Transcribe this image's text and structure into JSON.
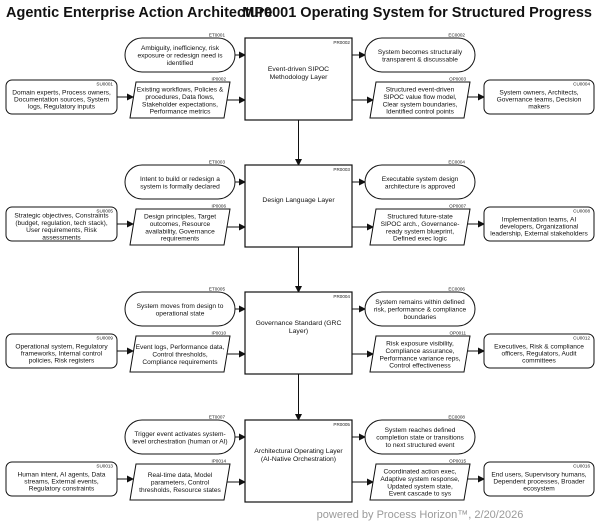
{
  "header": {
    "left_title": "Agentic Enterprise Action Architecture",
    "right_title": "MP0001 Operating System for Structured Progress"
  },
  "footer": {
    "text": "powered by Process Horizon™, 2/20/2026"
  },
  "colors": {
    "stroke": "#111111",
    "fill": "#ffffff",
    "footer_text": "#9a9a9a"
  },
  "layers": [
    {
      "process": {
        "code": "PR0002",
        "lines": [
          "Event-driven SIPOC",
          "Methodology Layer"
        ]
      },
      "trigger": {
        "code": "ET0001",
        "lines": [
          "Ambiguity, inefficiency, risk",
          "exposure or redesign need is",
          "identified"
        ]
      },
      "result": {
        "code": "EC0002",
        "lines": [
          "System becomes structurally",
          "transparent & discussable"
        ]
      },
      "input": {
        "code": "IP0002",
        "lines": [
          "Existing workflows, Policies &",
          "procedures, Data flows,",
          "Stakeholder expectations,",
          "Performance metrics"
        ]
      },
      "output": {
        "code": "OP0003",
        "lines": [
          "Structured event-driven",
          "SIPOC value flow model,",
          "Clear system boundaries,",
          "Identified control points"
        ]
      },
      "supplier": {
        "code": "SU0001",
        "lines": [
          "Domain experts, Process owners,",
          "Documentation sources, System",
          "logs, Regulatory inputs"
        ]
      },
      "customer": {
        "code": "CU0004",
        "lines": [
          "System owners, Architects,",
          "Governance teams, Decision",
          "makers"
        ]
      }
    },
    {
      "process": {
        "code": "PR0003",
        "lines": [
          "Design Language Layer"
        ]
      },
      "trigger": {
        "code": "ET0003",
        "lines": [
          "Intent to build or redesign a",
          "system is formally declared"
        ]
      },
      "result": {
        "code": "EC0004",
        "lines": [
          "Executable system design",
          "architecture is approved"
        ]
      },
      "input": {
        "code": "IP0006",
        "lines": [
          "Design principles, Target",
          "outcomes, Resource",
          "availability, Governance",
          "requirements"
        ]
      },
      "output": {
        "code": "OP0007",
        "lines": [
          "Structured future-state",
          "SIPOC arch., Governance-",
          "ready system blueprint,",
          "Defined exec logic"
        ]
      },
      "supplier": {
        "code": "SU0005",
        "lines": [
          "Strategic objectives, Constraints",
          "(budget, regulation, tech stack),",
          "User requirements, Risk",
          "assessments"
        ]
      },
      "customer": {
        "code": "CU0008",
        "lines": [
          "Implementation teams, AI",
          "developers, Organizational",
          "leadership, External stakeholders"
        ]
      }
    },
    {
      "process": {
        "code": "PR0004",
        "lines": [
          "Governance Standard (GRC",
          "Layer)"
        ]
      },
      "trigger": {
        "code": "ET0005",
        "lines": [
          "System moves from design to",
          "operational state"
        ]
      },
      "result": {
        "code": "EC0006",
        "lines": [
          "System remains within defined",
          "risk, performance & compliance",
          "boundaries"
        ]
      },
      "input": {
        "code": "IP0010",
        "lines": [
          "Event logs, Performance data,",
          "Control thresholds,",
          "Compliance requirements"
        ]
      },
      "output": {
        "code": "OP0011",
        "lines": [
          "Risk exposure visibility,",
          "Compliance assurance,",
          "Performance variance reps,",
          "Control effectiveness"
        ]
      },
      "supplier": {
        "code": "SU0009",
        "lines": [
          "Operational system, Regulatory",
          "frameworks, Internal control",
          "policies, Risk registers"
        ]
      },
      "customer": {
        "code": "CU0012",
        "lines": [
          "Executives, Risk & compliance",
          "officers, Regulators, Audit",
          "committees"
        ]
      }
    },
    {
      "process": {
        "code": "PR0005",
        "lines": [
          "Architectural Operating Layer",
          "(AI-Native Orchestration)"
        ]
      },
      "trigger": {
        "code": "ET0007",
        "lines": [
          "Trigger event activates system-",
          "level orchestration (human or AI)"
        ]
      },
      "result": {
        "code": "EC0008",
        "lines": [
          "System reaches defined",
          "completion state or transitions",
          "to next structured event"
        ]
      },
      "input": {
        "code": "IP0014",
        "lines": [
          "Real-time data, Model",
          "parameters, Control",
          "thresholds, Resource states"
        ]
      },
      "output": {
        "code": "OP0015",
        "lines": [
          "Coordinated action exec,",
          "Adaptive system response,",
          "Updated system state,",
          "Event cascade to sys"
        ]
      },
      "supplier": {
        "code": "SU0013",
        "lines": [
          "Human intent, AI agents, Data",
          "streams, External events,",
          "Regulatory constraints"
        ]
      },
      "customer": {
        "code": "CU0016",
        "lines": [
          "End users, Supervisory humans,",
          "Dependent processes, Broader",
          "ecosystem"
        ]
      }
    }
  ]
}
